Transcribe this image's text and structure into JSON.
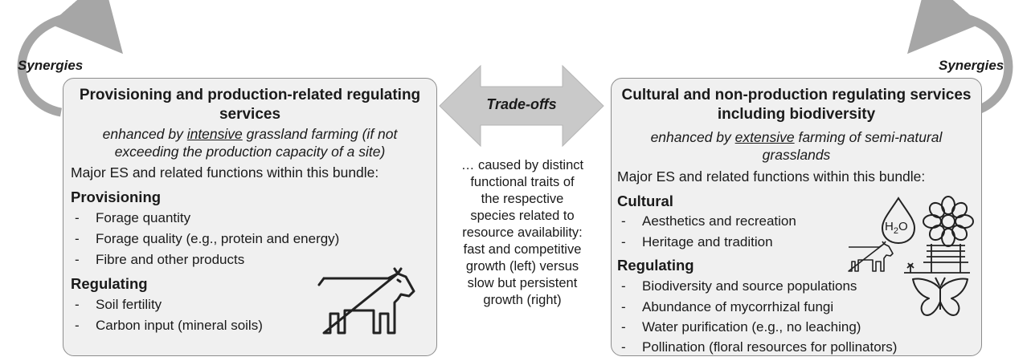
{
  "synergies_left": "Synergies",
  "synergies_right": "Synergies",
  "tradeoffs": "Trade-offs",
  "middle_text": [
    "… caused by distinct",
    "functional traits of",
    "the respective",
    "species related to",
    "resource availability:",
    "fast and competitive",
    "growth (left) versus",
    "slow but persistent",
    "growth (right)"
  ],
  "left": {
    "title_lines": [
      "Provisioning and production-related regulating",
      "services"
    ],
    "sub_pre": "enhanced by ",
    "sub_underlined": "intensive",
    "sub_post": " grassland farming (if not",
    "sub_line2": "exceeding the production capacity of a site)",
    "intro": "Major ES and related functions within this bundle:",
    "cat1": "Provisioning",
    "cat1_items": [
      "Forage quantity",
      "Forage quality (e.g., protein and energy)",
      "Fibre and other products"
    ],
    "cat2": "Regulating",
    "cat2_items": [
      "Soil fertility",
      "Carbon input (mineral soils)"
    ]
  },
  "right": {
    "title_lines": [
      "Cultural and non-production regulating services",
      "including biodiversity"
    ],
    "sub_pre": "enhanced by ",
    "sub_underlined": "extensive",
    "sub_post": " farming of semi-natural",
    "sub_line2": "grasslands",
    "intro": "Major ES and related functions within this bundle:",
    "cat1": "Cultural",
    "cat1_items": [
      "Aesthetics and recreation",
      "Heritage and tradition"
    ],
    "cat2": "Regulating",
    "cat2_items": [
      "Biodiversity and source populations",
      "Abundance of mycorrhizal fungi",
      "Water purification (e.g., no leaching)",
      "Pollination (floral resources for pollinators)"
    ]
  },
  "h2o_label": "H2O",
  "icons": [
    "cow-icon",
    "water-drop-icon",
    "flower-icon",
    "small-cow-icon",
    "bench-icon",
    "butterfly-icon"
  ]
}
